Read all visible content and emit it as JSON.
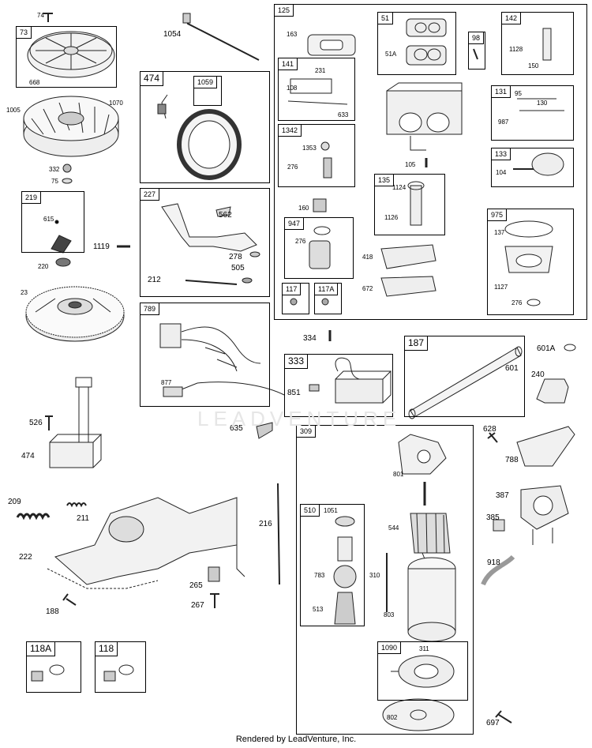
{
  "groups": {
    "g125": "125",
    "g51": "51",
    "g98": "98",
    "g142": "142",
    "g141": "141",
    "g131": "131",
    "g1342": "1342",
    "g133": "133",
    "g135": "135",
    "g947": "947",
    "g975": "975",
    "g117": "117",
    "g117a": "117A",
    "g73": "73",
    "g474": "474",
    "g1059": "1059",
    "g219": "219",
    "g227": "227",
    "g789": "789",
    "g333": "333",
    "g187": "187",
    "g309": "309",
    "g510": "510",
    "g1090": "1090",
    "g118a": "118A",
    "g118": "118"
  },
  "parts": {
    "p74": "74",
    "p73_668": "668",
    "p1005": "1005",
    "p1070": "1070",
    "p332": "332",
    "p75": "75",
    "p615": "615",
    "p220": "220",
    "p23": "23",
    "p1054": "1054",
    "p1119": "1119",
    "p562": "562",
    "p278": "278",
    "p505": "505",
    "p212": "212",
    "p877": "877",
    "p526": "526",
    "p474b": "474",
    "p635": "635",
    "p209": "209",
    "p211": "211",
    "p222": "222",
    "p216": "216",
    "p265": "265",
    "p267": "267",
    "p188": "188",
    "p163": "163",
    "p51a": "51A",
    "p1128": "1128",
    "p150": "150",
    "p231": "231",
    "p108": "108",
    "p633": "633",
    "p95": "95",
    "p130": "130",
    "p987": "987",
    "p1353": "1353",
    "p276a": "276",
    "p105": "105",
    "p104": "104",
    "p1124": "1124",
    "p1126": "1126",
    "p160": "160",
    "p276b": "276",
    "p137": "137",
    "p418": "418",
    "p672": "672",
    "p1127": "1127",
    "p276c": "276",
    "p334": "334",
    "p851": "851",
    "p601a": "601A",
    "p601": "601",
    "p240": "240",
    "p628": "628",
    "p788": "788",
    "p801": "801",
    "p1051": "1051",
    "p544": "544",
    "p783": "783",
    "p310": "310",
    "p387": "387",
    "p385": "385",
    "p918": "918",
    "p513": "513",
    "p803": "803",
    "p311": "311",
    "p802": "802",
    "p697": "697"
  },
  "watermark": "LEADVENTURE",
  "footer": "Rendered by LeadVenture, Inc."
}
